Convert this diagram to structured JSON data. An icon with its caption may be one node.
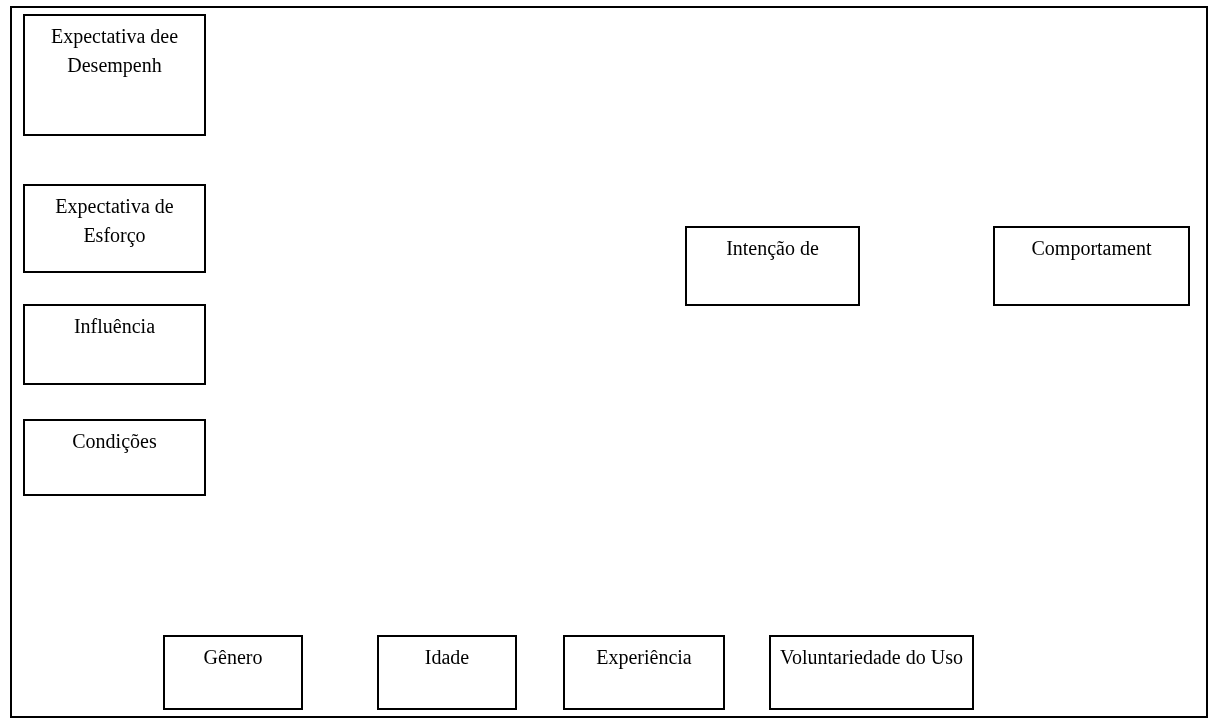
{
  "diagram": {
    "nodes": [
      {
        "text": [
          "Expectativa dee Desempenh"
        ]
      },
      {
        "text": [
          "Expectativa de Esforço"
        ]
      },
      {
        "text": [
          "Intenção de"
        ]
      },
      {
        "text": [
          "Comportament"
        ]
      },
      {
        "text": [
          "Influência"
        ]
      },
      {
        "text": [
          "Condições"
        ]
      },
      {
        "text": [
          "Gênero"
        ]
      },
      {
        "text": [
          "Idade"
        ]
      },
      {
        "text": [
          "Experiência"
        ]
      },
      {
        "text": [
          "Voluntariedade do Uso"
        ]
      }
    ]
  }
}
